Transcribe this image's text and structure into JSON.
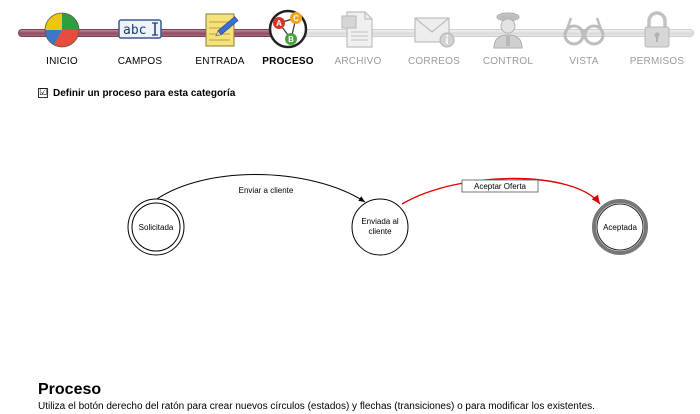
{
  "wizard": {
    "steps": [
      {
        "label": "INICIO",
        "icon": "pie-chart-icon",
        "state": "done"
      },
      {
        "label": "CAMPOS",
        "icon": "text-field-icon",
        "state": "done"
      },
      {
        "label": "ENTRADA",
        "icon": "notepad-pencil-icon",
        "state": "done"
      },
      {
        "label": "PROCESO",
        "icon": "process-nodes-icon",
        "state": "active"
      },
      {
        "label": "ARCHIVO",
        "icon": "document-icon",
        "state": "disabled"
      },
      {
        "label": "CORREOS",
        "icon": "mail-icon",
        "state": "disabled"
      },
      {
        "label": "CONTROL",
        "icon": "officer-icon",
        "state": "disabled"
      },
      {
        "label": "VISTA",
        "icon": "glasses-icon",
        "state": "disabled"
      },
      {
        "label": "PERMISOS",
        "icon": "lock-icon",
        "state": "disabled"
      }
    ],
    "process_icon_letters": {
      "a": "A",
      "b": "B",
      "c": "C"
    },
    "campos_icon_text": "abc"
  },
  "define_process": {
    "checked": true,
    "check_mark": "☑",
    "label": "Definir un proceso para esta categoría"
  },
  "diagram": {
    "states": [
      {
        "label_lines": [
          "Solicitada"
        ],
        "kind": "initial"
      },
      {
        "label_lines": [
          "Enviada al",
          "cliente"
        ],
        "kind": "normal"
      },
      {
        "label_lines": [
          "Aceptada"
        ],
        "kind": "final"
      }
    ],
    "transitions": [
      {
        "label": "Enviar a cliente",
        "from": 0,
        "to": 1,
        "selected": false
      },
      {
        "label": "Aceptar Oferta",
        "from": 1,
        "to": 2,
        "selected": true
      }
    ],
    "colors": {
      "normal": "#000000",
      "selected": "#e00000"
    }
  },
  "help": {
    "title": "Proceso",
    "text": "Utiliza el botón derecho del ratón para crear nuevos círculos (estados) y flechas (transiciones) o para modificar los existentes."
  }
}
